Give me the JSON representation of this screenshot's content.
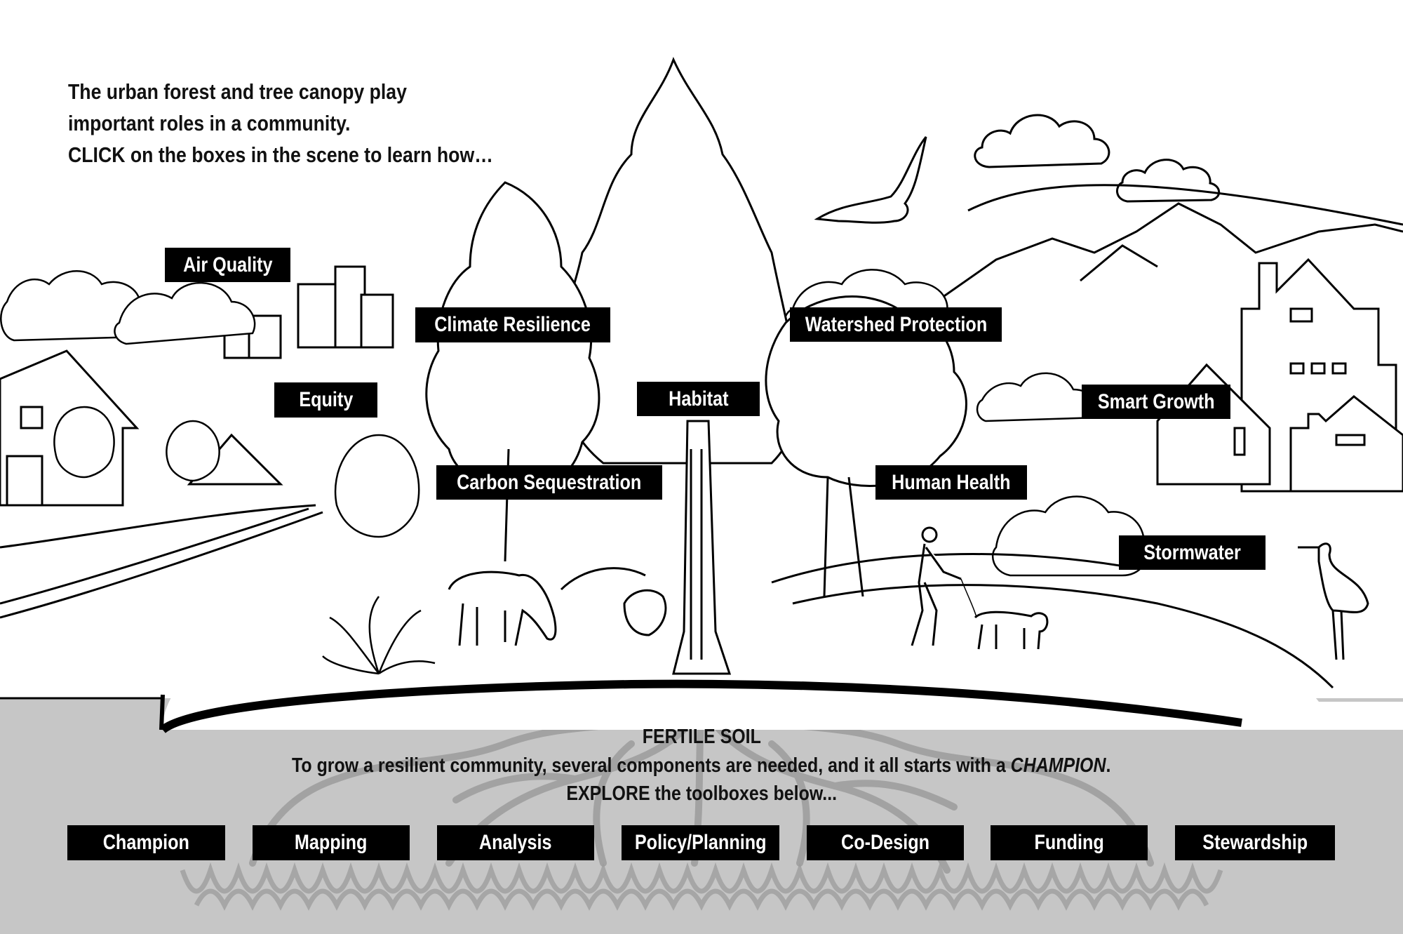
{
  "intro": {
    "line1": "The urban forest and tree canopy play",
    "line2": "important roles in a community.",
    "line3": "CLICK on the boxes in the scene to learn how…"
  },
  "scene_boxes": {
    "air_quality": "Air Quality",
    "climate_resilience": "Climate Resilience",
    "watershed_protection": "Watershed Protection",
    "equity": "Equity",
    "habitat": "Habitat",
    "smart_growth": "Smart Growth",
    "carbon_sequestration": "Carbon Sequestration",
    "human_health": "Human Health",
    "stormwater": "Stormwater"
  },
  "soil": {
    "title": "FERTILE SOIL",
    "line_prefix": "To grow a resilient community, several components are needed, and it all starts with a ",
    "line_emphasis": "CHAMPION",
    "line_suffix": ".",
    "explore": "EXPLORE the toolboxes below..."
  },
  "toolboxes": {
    "champion": "Champion",
    "mapping": "Mapping",
    "analysis": "Analysis",
    "policy_planning": "Policy/Planning",
    "co_design": "Co-Design",
    "funding": "Funding",
    "stewardship": "Stewardship"
  },
  "colors": {
    "box_bg": "#000000",
    "box_text": "#ffffff",
    "soil_bg": "#c6c6c6",
    "roots": "#9a9a9a"
  }
}
